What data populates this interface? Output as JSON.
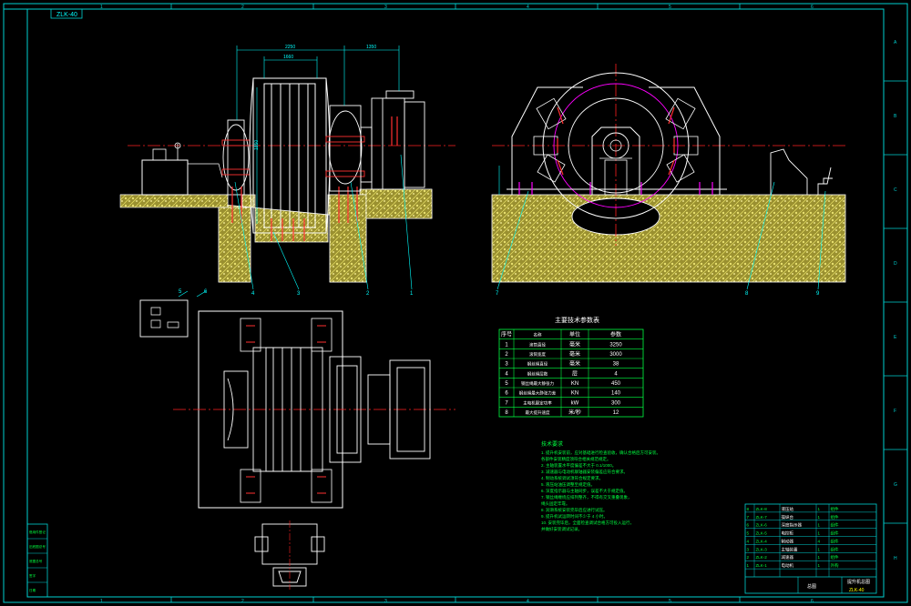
{
  "colors": {
    "background": "#000000",
    "frame": "#00d0d0",
    "line": "#ffffff",
    "center": "#ff2020",
    "dim": "#00ffff",
    "accent": "#ff00ff",
    "fill": "#d8d048",
    "fill_dark": "#8a8020",
    "note": "#00ff40",
    "red": "#ff3030",
    "yellow": "#ffff00"
  },
  "sheet": {
    "drawing_code": "ZLK-40",
    "col_marks": [
      "1",
      "2",
      "3",
      "4",
      "5",
      "6"
    ],
    "row_marks": [
      "A",
      "B",
      "C",
      "D",
      "E",
      "F",
      "G",
      "H"
    ]
  },
  "front_view": {
    "dims": [
      "2250",
      "1660",
      "1350",
      "1850"
    ],
    "balloons": [
      "4",
      "3",
      "2",
      "1"
    ]
  },
  "plan_view": {
    "balloons": [
      "5",
      "6"
    ]
  },
  "side_view": {
    "balloons": [
      "7",
      "8",
      "9"
    ]
  },
  "params_table": {
    "title": "主要技术参数表",
    "headers": [
      "序号",
      "名称",
      "单位",
      "参数"
    ],
    "rows": [
      [
        "1",
        "滚筒直径",
        "毫米",
        "3250"
      ],
      [
        "2",
        "滚筒宽度",
        "毫米",
        "3000"
      ],
      [
        "3",
        "钢丝绳直径",
        "毫米",
        "38"
      ],
      [
        "4",
        "钢丝绳层数",
        "层",
        "4"
      ],
      [
        "5",
        "钢丝绳最大静张力",
        "KN",
        "450"
      ],
      [
        "6",
        "钢丝绳最大静张力差",
        "KN",
        "140"
      ],
      [
        "7",
        "主电机额定功率",
        "kW",
        "300"
      ],
      [
        "8",
        "最大提升速度",
        "米/秒",
        "12"
      ]
    ]
  },
  "tech_notes": {
    "title": "技术要求",
    "lines": [
      "1. 提升机安装前，应对基础进行检查验收，确认合格后方可安装。",
      "   各部件安装精度须符合相关规范规定。",
      "2. 主轴装置水平度偏差不大于 0.1/1000。",
      "3. 减速器与电动机联轴器安装偏差应符合要求。",
      "4. 制动系统调试须符合规定要求。",
      "5. 液压站油压调整至规定值。",
      "6. 深度指示器与主轴同步，误差不大于规定值。",
      "7. 钢丝绳缠绕应排列整齐，不得有交叉重叠现象，",
      "   绳头固定牢靠。",
      "8. 润滑系统安装完毕后应进行试压。",
      "9. 提升机试运转时间不少于 4 小时。",
      "10. 安装完毕后，全面检查调试合格方可投入运行，",
      "    并做好安装调试记录。"
    ]
  },
  "left_stamp": {
    "labels": [
      "借用件登记",
      "旧底图总号",
      "底图总号",
      "签字",
      "日期"
    ]
  },
  "title_block": {
    "rows": [
      [
        "8",
        "ZLK-8",
        "液压站",
        "1",
        "组件"
      ],
      [
        "7",
        "ZLK-7",
        "操纵台",
        "1",
        "组件"
      ],
      [
        "6",
        "ZLK-6",
        "深度指示器",
        "1",
        "组件"
      ],
      [
        "5",
        "ZLK-5",
        "电控柜",
        "1",
        "组件"
      ],
      [
        "4",
        "ZLK-4",
        "制动器",
        "4",
        "组件"
      ],
      [
        "3",
        "ZLK-3",
        "主轴装置",
        "1",
        "组件"
      ],
      [
        "2",
        "ZLK-2",
        "减速器",
        "1",
        "组件"
      ],
      [
        "1",
        "ZLK-1",
        "电动机",
        "1",
        "外购"
      ]
    ],
    "label_main": "总图",
    "title": "提升机总图",
    "code": "ZLK-40"
  }
}
